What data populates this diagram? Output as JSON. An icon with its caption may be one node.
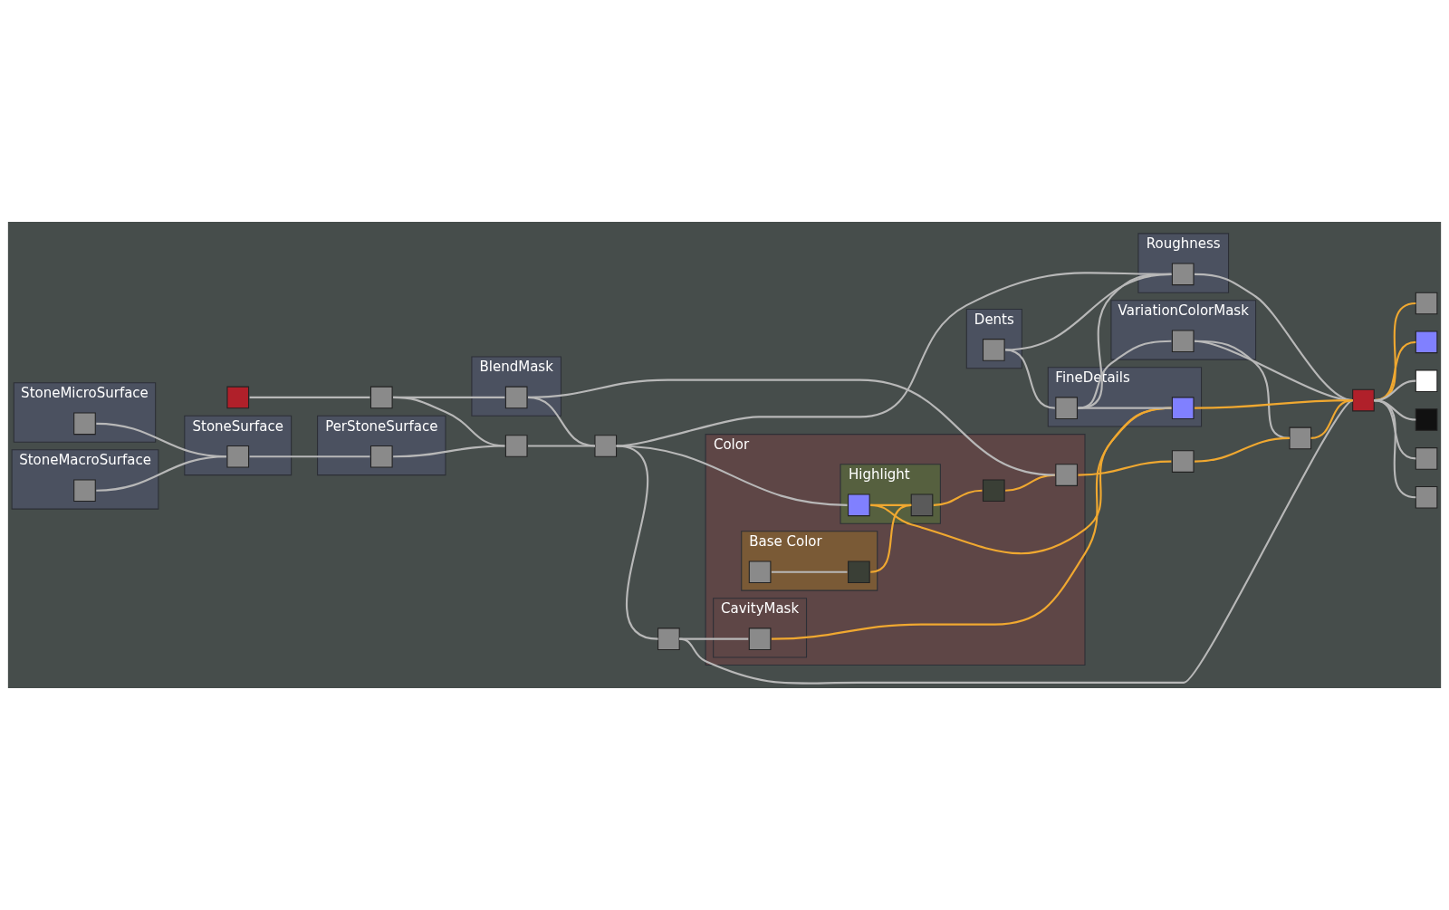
{
  "diagram": {
    "nodes": [
      {
        "text": [
          "Color"
        ]
      },
      {
        "text": [
          "Base Color"
        ],
        "in": 0
      },
      {
        "text": [],
        "shape": "box",
        "in": 1
      },
      {
        "text": [],
        "shape": "box",
        "in": 1
      },
      {
        "text": [
          "Highlight"
        ],
        "in": 0
      },
      {
        "text": [],
        "shape": "box",
        "in": 4
      },
      {
        "text": [],
        "shape": "box",
        "in": 4
      },
      {
        "text": [
          "CavityMask"
        ],
        "in": 0
      },
      {
        "text": [],
        "shape": "box",
        "in": 7
      },
      {
        "text": [],
        "shape": "box",
        "in": 0
      },
      {
        "text": [],
        "shape": "box",
        "in": 0
      },
      {
        "text": [
          "StoneMicroSurface"
        ]
      },
      {
        "text": [],
        "shape": "box",
        "in": 11
      },
      {
        "text": [
          "StoneMacroSurface"
        ]
      },
      {
        "text": [],
        "shape": "box",
        "in": 13
      },
      {
        "text": [
          "StoneSurface"
        ]
      },
      {
        "text": [],
        "shape": "box",
        "in": 15
      },
      {
        "text": [
          "PerStoneSurface"
        ]
      },
      {
        "text": [],
        "shape": "box",
        "in": 17
      },
      {
        "text": [],
        "shape": "box"
      },
      {
        "text": [],
        "shape": "box"
      },
      {
        "text": [],
        "shape": "box"
      },
      {
        "text": [],
        "shape": "box"
      },
      {
        "text": [],
        "shape": "box"
      },
      {
        "text": [
          "BlendMask"
        ]
      },
      {
        "text": [],
        "shape": "box",
        "in": 24
      },
      {
        "text": [
          "Roughness"
        ]
      },
      {
        "text": [],
        "shape": "box",
        "in": 26
      },
      {
        "text": [
          "VariationColorMask"
        ]
      },
      {
        "text": [],
        "shape": "box",
        "in": 28
      },
      {
        "text": [
          "FineDetails"
        ]
      },
      {
        "text": [],
        "shape": "box",
        "in": 30
      },
      {
        "text": [],
        "shape": "box",
        "in": 30
      },
      {
        "text": [
          "Dents"
        ]
      },
      {
        "text": [],
        "shape": "box",
        "in": 33
      },
      {
        "text": [],
        "shape": "box"
      },
      {
        "text": [],
        "shape": "box"
      },
      {
        "text": [],
        "shape": "box"
      },
      {
        "text": [],
        "shape": "box"
      },
      {
        "text": [],
        "shape": "box"
      },
      {
        "text": [],
        "shape": "box"
      },
      {
        "text": [],
        "shape": "box"
      },
      {
        "text": [],
        "shape": "box"
      },
      {
        "text": [],
        "shape": "box"
      }
    ],
    "edges": [
      {
        "from": 12,
        "to": 16,
        "arrow": "none"
      },
      {
        "from": 14,
        "to": 16,
        "arrow": "none"
      },
      {
        "from": 16,
        "to": 18,
        "arrow": "none"
      },
      {
        "from": 18,
        "to": 19,
        "arrow": "none"
      },
      {
        "from": 23,
        "to": 22,
        "arrow": "none"
      },
      {
        "from": 22,
        "to": 19,
        "arrow": "none"
      },
      {
        "from": 22,
        "to": 25,
        "arrow": "none"
      },
      {
        "from": 19,
        "to": 20,
        "arrow": "none"
      },
      {
        "from": 25,
        "to": 20,
        "arrow": "none"
      },
      {
        "from": 20,
        "to": 21,
        "arrow": "none"
      },
      {
        "from": 20,
        "to": 5,
        "arrow": "none"
      },
      {
        "from": 21,
        "to": 8,
        "arrow": "none"
      },
      {
        "from": 2,
        "to": 3,
        "arrow": "none"
      },
      {
        "from": 5,
        "to": 6,
        "arrow": "none",
        "color": "#f0a830"
      },
      {
        "from": 3,
        "to": 6,
        "arrow": "none",
        "color": "#f0a830"
      },
      {
        "from": 6,
        "to": 10,
        "arrow": "none",
        "color": "#f0a830"
      },
      {
        "from": 10,
        "to": 9,
        "arrow": "none",
        "color": "#f0a830"
      },
      {
        "from": 8,
        "to": 32,
        "arrow": "none",
        "color": "#f0a830"
      },
      {
        "from": 5,
        "to": 32,
        "arrow": "none",
        "color": "#f0a830"
      },
      {
        "from": 25,
        "to": 9,
        "arrow": "none"
      },
      {
        "from": 20,
        "to": 27,
        "arrow": "none"
      },
      {
        "from": 31,
        "to": 27,
        "arrow": "none"
      },
      {
        "from": 34,
        "to": 31,
        "arrow": "none"
      },
      {
        "from": 31,
        "to": 32,
        "arrow": "none"
      },
      {
        "from": 34,
        "to": 27,
        "arrow": "none"
      },
      {
        "from": 31,
        "to": 29,
        "arrow": "none"
      },
      {
        "from": 9,
        "to": 35,
        "arrow": "none",
        "color": "#f0a830"
      },
      {
        "from": 35,
        "to": 36,
        "arrow": "none",
        "color": "#f0a830"
      },
      {
        "from": 29,
        "to": 36,
        "arrow": "none"
      },
      {
        "from": 36,
        "to": 37,
        "arrow": "none",
        "color": "#f0a830"
      },
      {
        "from": 32,
        "to": 37,
        "arrow": "none",
        "color": "#f0a830"
      },
      {
        "from": 27,
        "to": 37,
        "arrow": "none"
      },
      {
        "from": 21,
        "to": 37,
        "arrow": "none"
      },
      {
        "from": 29,
        "to": 37,
        "arrow": "none"
      },
      {
        "from": 37,
        "to": 38,
        "arrow": "none",
        "color": "#f0a830"
      },
      {
        "from": 37,
        "to": 39,
        "arrow": "none",
        "color": "#f0a830"
      },
      {
        "from": 37,
        "to": 40,
        "arrow": "none"
      },
      {
        "from": 37,
        "to": 41,
        "arrow": "none"
      },
      {
        "from": 37,
        "to": 42,
        "arrow": "none"
      },
      {
        "from": 37,
        "to": 43,
        "arrow": "none"
      }
    ]
  }
}
